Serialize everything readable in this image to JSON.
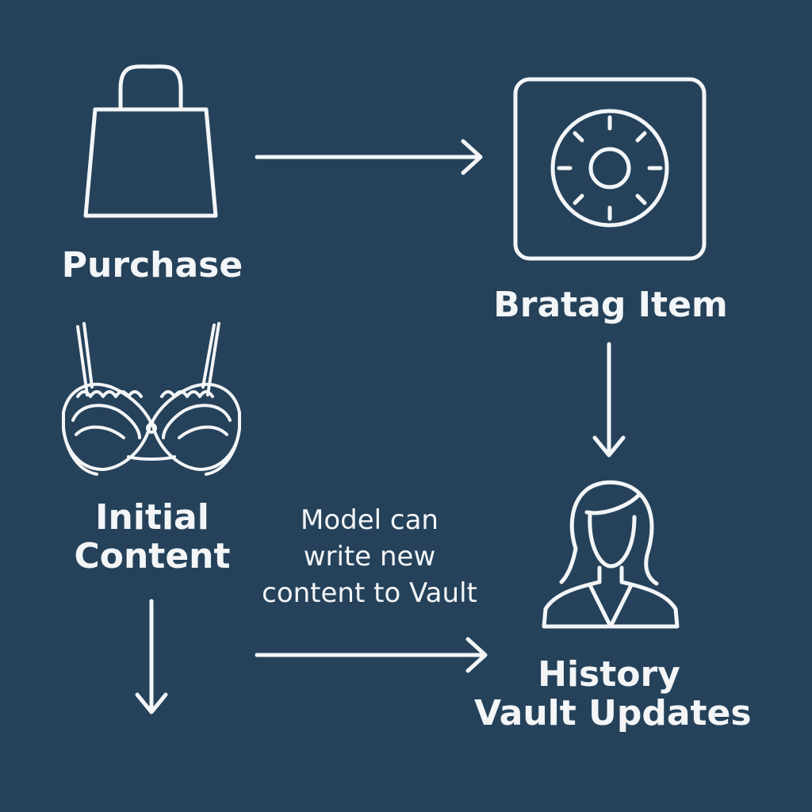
{
  "nodes": {
    "purchase": {
      "label": "Purchase",
      "icon": "shopping-bag-icon"
    },
    "bratag_item": {
      "label": "Bratag Item",
      "icon": "vault-dial-icon"
    },
    "initial_content": {
      "label_line1": "Initial",
      "label_line2": "Content",
      "icon": "bra-icon"
    },
    "history_vault": {
      "label_line1": "History",
      "label_line2": "Vault Updates",
      "icon": "woman-avatar-icon"
    }
  },
  "edge_labels": {
    "model_write": {
      "line1": "Model can",
      "line2": "write new",
      "line3": "content to Vault"
    }
  },
  "colors": {
    "background": "#25425a",
    "foreground": "#f3f5f7"
  }
}
